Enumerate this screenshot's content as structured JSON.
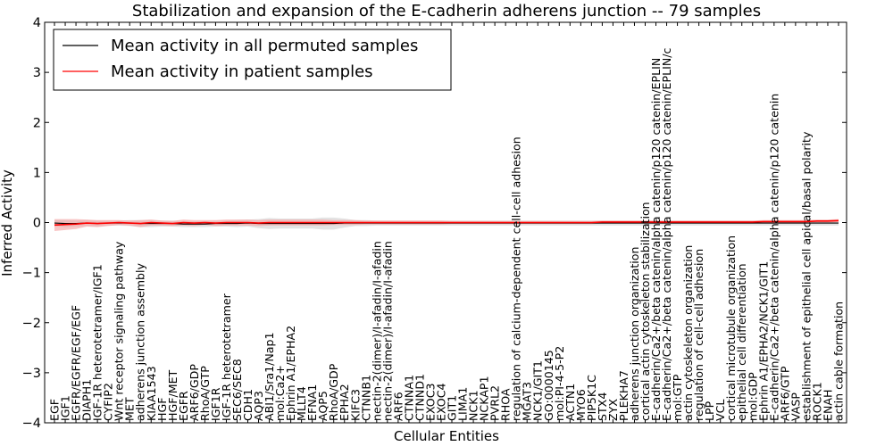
{
  "chart_data": {
    "type": "line",
    "title": "Stabilization and expansion of the E-cadherin adherens junction -- 79 samples",
    "xlabel": "Cellular Entities",
    "ylabel": "Inferred Activity",
    "ylim": [
      -4,
      4
    ],
    "yticks": [
      -4,
      -3,
      -2,
      -1,
      0,
      1,
      2,
      3,
      4
    ],
    "grid": false,
    "legend_position": "top-left",
    "categories": [
      "EGF",
      "IGF1",
      "EGFR/EGFR/EGF/EGF",
      "DIAPH1",
      "IGF-1R heterotetramer/IGF1",
      "CYFIP2",
      "Wnt receptor signaling pathway",
      "MET",
      "adherens junction assembly",
      "KIAA1543",
      "HGF",
      "HGF/MET",
      "EGFR",
      "ARF6/GDP",
      "RhoA/GTP",
      "IGF1R",
      "IGF-1R heterotetramer",
      "SEC6/SEC8",
      "CDH1",
      "AQP3",
      "ABI1/Sra1/Nap1",
      "mol:Ca2+",
      "Ephrin A1/EPHA2",
      "MLLT4",
      "EFNA1",
      "AQP5",
      "RhoA/GDP",
      "EPHA2",
      "KIFC3",
      "CTNNB1",
      "nectin-2(dimer)/I-afadin/I-afadin",
      "nectin-2(dimer)/I-afadin/I-afadin",
      "ARF6",
      "CTNNA1",
      "CTNND1",
      "EXOC3",
      "EXOC4",
      "GIT1",
      "LIMA1",
      "NCK1",
      "NCKAP1",
      "PVRL2",
      "RHOA",
      "regulation of calcium-dependent cell-cell adhesion",
      "MGAT3",
      "NCK1/GIT1",
      "GO:0000145",
      "mol:PI-4-5-P2",
      "ACTN1",
      "MYO6",
      "PIP5K1C",
      "STX4",
      "ZYX",
      "PLEKHA7",
      "adherens junction organization",
      "cortical actin cytoskeleton stabilization",
      "E-cadherin/Ca2+/beta catenin/alpha catenin/p120 catenin/EPLIN",
      "E-cadherin/Ca2+/beta catenin/alpha catenin/p120 catenin/EPLIN/c",
      "mol:GTP",
      "actin cytoskeleton organization",
      "regulation of cell-cell adhesion",
      "LPP",
      "VCL",
      "cortical microtubule organization",
      "epithelial cell differentiation",
      "mol:GDP",
      "Ephrin A1/EPHA2/NCK1/GIT1",
      "E-cadherin/Ca2+/beta catenin/alpha catenin/p120 catenin",
      "ARF6/GTP",
      "VASP",
      "establishment of epithelial cell apical/basal polarity",
      "ROCK1",
      "ENAH",
      "actin cable formation"
    ],
    "series": [
      {
        "name": "Mean activity in all permuted samples",
        "color": "#000000",
        "band_color": "#cccccc",
        "values": [
          -0.01,
          -0.02,
          -0.02,
          -0.01,
          -0.02,
          -0.01,
          -0.01,
          -0.01,
          -0.02,
          -0.02,
          -0.02,
          -0.02,
          -0.03,
          -0.03,
          -0.03,
          -0.02,
          -0.02,
          -0.02,
          -0.01,
          -0.02,
          -0.02,
          -0.02,
          -0.02,
          -0.02,
          -0.02,
          -0.02,
          -0.02,
          -0.01,
          -0.01,
          -0.01,
          -0.01,
          -0.01,
          -0.01,
          -0.01,
          -0.01,
          -0.01,
          -0.01,
          -0.01,
          -0.01,
          -0.01,
          -0.01,
          -0.01,
          -0.01,
          -0.01,
          -0.01,
          -0.01,
          -0.01,
          -0.01,
          -0.01,
          -0.01,
          -0.01,
          -0.01,
          -0.01,
          -0.01,
          -0.01,
          -0.01,
          -0.01,
          -0.01,
          -0.01,
          -0.01,
          -0.01,
          -0.01,
          -0.01,
          -0.01,
          -0.01,
          -0.01,
          -0.01,
          -0.01,
          -0.01,
          -0.01,
          -0.01,
          -0.01,
          -0.01,
          -0.01
        ],
        "band": [
          0.06,
          0.07,
          0.06,
          0.06,
          0.06,
          0.05,
          0.05,
          0.06,
          0.07,
          0.07,
          0.06,
          0.06,
          0.06,
          0.06,
          0.06,
          0.06,
          0.06,
          0.07,
          0.07,
          0.09,
          0.11,
          0.1,
          0.1,
          0.1,
          0.1,
          0.12,
          0.12,
          0.09,
          0.06,
          0.06,
          0.05,
          0.05,
          0.05,
          0.05,
          0.05,
          0.05,
          0.05,
          0.05,
          0.05,
          0.05,
          0.05,
          0.05,
          0.05,
          0.05,
          0.05,
          0.05,
          0.05,
          0.05,
          0.05,
          0.05,
          0.05,
          0.05,
          0.05,
          0.05,
          0.05,
          0.05,
          0.05,
          0.05,
          0.05,
          0.05,
          0.05,
          0.05,
          0.05,
          0.05,
          0.05,
          0.05,
          0.05,
          0.05,
          0.05,
          0.05,
          0.05,
          0.05,
          0.05,
          0.05
        ]
      },
      {
        "name": "Mean activity in patient samples",
        "color": "#ff0000",
        "band_color": "#f4a0a0",
        "values": [
          -0.05,
          -0.04,
          -0.03,
          -0.01,
          -0.02,
          -0.01,
          0.0,
          -0.01,
          -0.02,
          0.0,
          -0.01,
          -0.02,
          0.0,
          -0.01,
          0.0,
          -0.01,
          0.0,
          0.0,
          0.0,
          -0.01,
          0.0,
          0.0,
          0.0,
          0.0,
          0.0,
          0.0,
          0.0,
          0.0,
          0.0,
          0.0,
          0.0,
          0.0,
          0.0,
          0.0,
          0.0,
          0.0,
          0.0,
          0.0,
          0.0,
          0.0,
          0.0,
          0.0,
          0.0,
          0.0,
          0.0,
          0.0,
          0.0,
          0.0,
          0.0,
          0.0,
          0.0,
          0.01,
          0.01,
          0.01,
          0.01,
          0.01,
          0.01,
          0.01,
          0.01,
          0.01,
          0.01,
          0.01,
          0.01,
          0.01,
          0.01,
          0.01,
          0.02,
          0.02,
          0.02,
          0.02,
          0.02,
          0.03,
          0.03,
          0.04
        ],
        "band": [
          0.12,
          0.11,
          0.1,
          0.07,
          0.07,
          0.06,
          0.05,
          0.05,
          0.07,
          0.06,
          0.05,
          0.05,
          0.06,
          0.06,
          0.05,
          0.06,
          0.06,
          0.06,
          0.06,
          0.06,
          0.06,
          0.06,
          0.06,
          0.06,
          0.06,
          0.06,
          0.05,
          0.05,
          0.05,
          0.04,
          0.04,
          0.04,
          0.04,
          0.04,
          0.04,
          0.04,
          0.04,
          0.03,
          0.03,
          0.03,
          0.03,
          0.03,
          0.03,
          0.03,
          0.03,
          0.03,
          0.03,
          0.03,
          0.03,
          0.03,
          0.03,
          0.03,
          0.03,
          0.03,
          0.03,
          0.03,
          0.03,
          0.03,
          0.03,
          0.03,
          0.03,
          0.03,
          0.03,
          0.03,
          0.03,
          0.03,
          0.03,
          0.03,
          0.03,
          0.03,
          0.03,
          0.03,
          0.03,
          0.03
        ]
      }
    ]
  }
}
